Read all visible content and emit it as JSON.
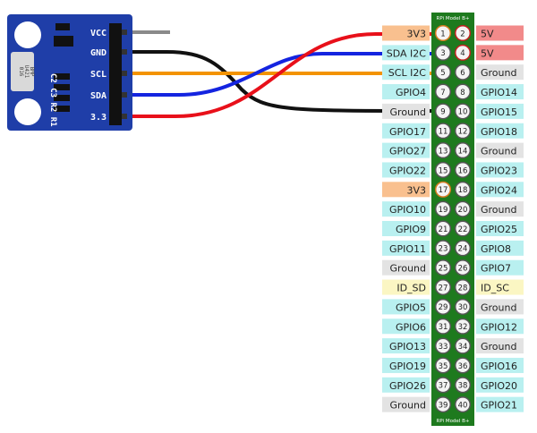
{
  "sensor": {
    "chip_text": [
      "BMP",
      "U421",
      "016"
    ],
    "side_label": "C2 C3 R2 R1",
    "pins": [
      "VCC",
      "GND",
      "SCL",
      "SDA",
      "3.3"
    ]
  },
  "header": {
    "title_top": "RPi Model B+",
    "title_bottom": "RPi Model B+",
    "rows": [
      {
        "pins": [
          "1",
          "2"
        ],
        "left": "3V3",
        "right": "5V"
      },
      {
        "pins": [
          "3",
          "4"
        ],
        "left": "SDA I2C",
        "right": "5V"
      },
      {
        "pins": [
          "5",
          "6"
        ],
        "left": "SCL I2C",
        "right": "Ground"
      },
      {
        "pins": [
          "7",
          "8"
        ],
        "left": "GPIO4",
        "right": "GPIO14"
      },
      {
        "pins": [
          "9",
          "10"
        ],
        "left": "Ground",
        "right": "GPIO15"
      },
      {
        "pins": [
          "11",
          "12"
        ],
        "left": "GPIO17",
        "right": "GPIO18"
      },
      {
        "pins": [
          "13",
          "14"
        ],
        "left": "GPIO27",
        "right": "Ground"
      },
      {
        "pins": [
          "15",
          "16"
        ],
        "left": "GPIO22",
        "right": "GPIO23"
      },
      {
        "pins": [
          "17",
          "18"
        ],
        "left": "3V3",
        "right": "GPIO24"
      },
      {
        "pins": [
          "19",
          "20"
        ],
        "left": "GPIO10",
        "right": "Ground"
      },
      {
        "pins": [
          "21",
          "22"
        ],
        "left": "GPIO9",
        "right": "GPIO25"
      },
      {
        "pins": [
          "23",
          "24"
        ],
        "left": "GPIO11",
        "right": "GPIO8"
      },
      {
        "pins": [
          "25",
          "26"
        ],
        "left": "Ground",
        "right": "GPIO7"
      },
      {
        "pins": [
          "27",
          "28"
        ],
        "left": "ID_SD",
        "right": "ID_SC"
      },
      {
        "pins": [
          "29",
          "30"
        ],
        "left": "GPIO5",
        "right": "Ground"
      },
      {
        "pins": [
          "31",
          "32"
        ],
        "left": "GPIO6",
        "right": "GPIO12"
      },
      {
        "pins": [
          "33",
          "34"
        ],
        "left": "GPIO13",
        "right": "Ground"
      },
      {
        "pins": [
          "35",
          "36"
        ],
        "left": "GPIO19",
        "right": "GPIO16"
      },
      {
        "pins": [
          "37",
          "38"
        ],
        "left": "GPIO26",
        "right": "GPIO20"
      },
      {
        "pins": [
          "39",
          "40"
        ],
        "left": "Ground",
        "right": "GPIO21"
      }
    ]
  },
  "colors": {
    "board": "#1e7a1e",
    "sensor_pcb": "#1f3ea8",
    "power_3v3": "#f9c08f",
    "power_5v": "#f28a8a",
    "ground": "#e3e3e3",
    "gpio": "#b9f0f0",
    "id": "#fbf6c3",
    "wire_red": "#e8101a",
    "wire_black": "#111111",
    "wire_orange": "#f39300",
    "wire_blue": "#1424e0",
    "wire_gray": "#8a8a8a"
  },
  "wiring": [
    {
      "from": "VCC",
      "to": "",
      "color": "gray"
    },
    {
      "from": "GND",
      "to": "Ground (pin 9)",
      "color": "black"
    },
    {
      "from": "SCL",
      "to": "SCL I2C (pin 5)",
      "color": "orange"
    },
    {
      "from": "SDA",
      "to": "SDA I2C (pin 3)",
      "color": "blue"
    },
    {
      "from": "3.3",
      "to": "3V3 (pin 1)",
      "color": "red"
    }
  ]
}
